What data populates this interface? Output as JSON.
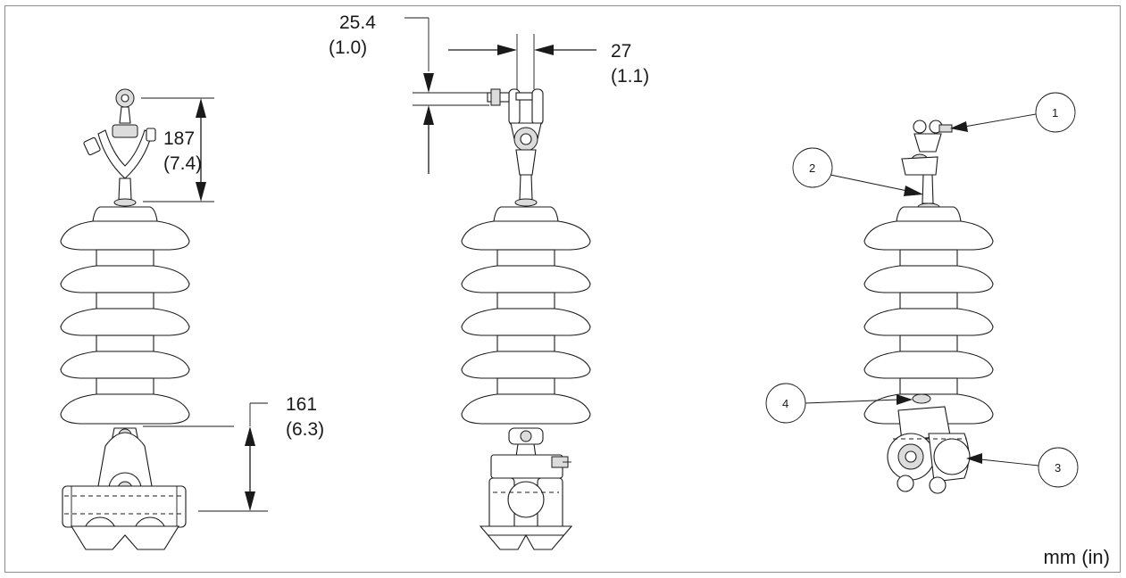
{
  "dimensions": {
    "clamp_height_mm": "187",
    "clamp_height_in": "(7.4)",
    "bottom_clamp_mm": "161",
    "bottom_clamp_in": "(6.3)",
    "pin_gap_mm": "25.4",
    "pin_gap_in": "(1.0)",
    "clevis_width_mm": "27",
    "clevis_width_in": "(1.1)"
  },
  "callouts": [
    "1",
    "2",
    "3",
    "4"
  ],
  "units_label": "mm (in)"
}
